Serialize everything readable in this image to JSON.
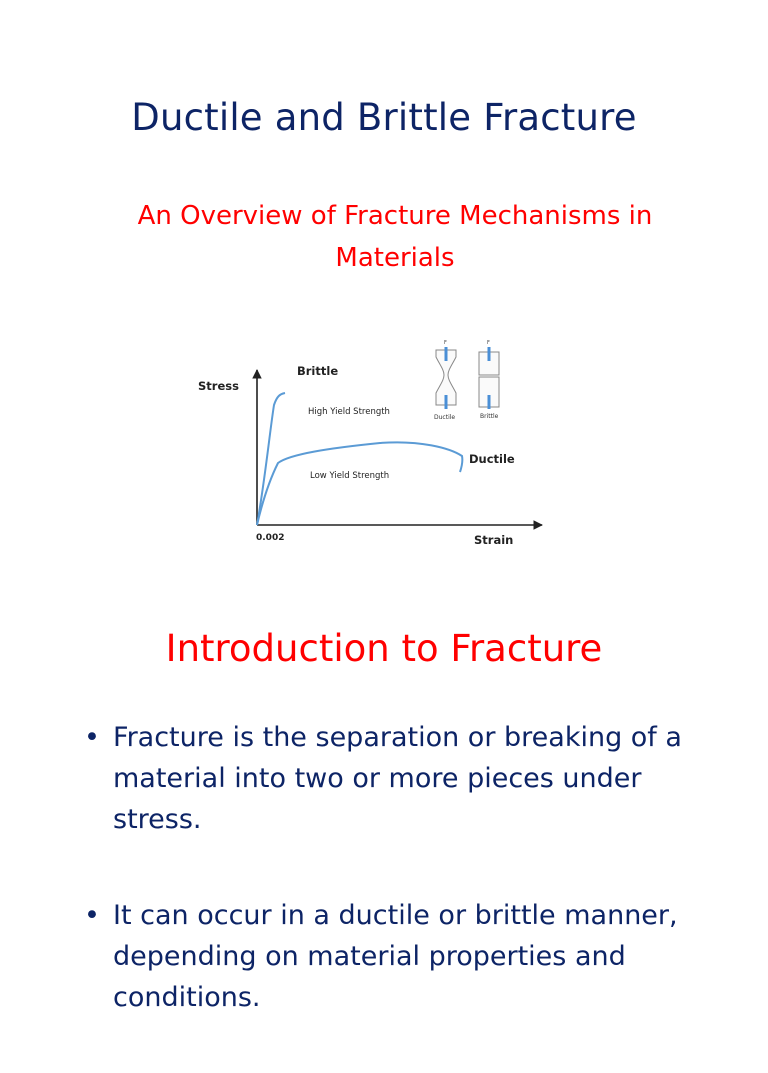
{
  "slide": {
    "title": "Ductile and Brittle Fracture",
    "subtitle": "An Overview of Fracture Mechanisms in Materials"
  },
  "figure": {
    "stress_label": "Stress",
    "strain_label": "Strain",
    "origin_label": "0.002",
    "brittle_label": "Brittle",
    "ductile_label": "Ductile",
    "high_yield_label": "High Yield Strength",
    "low_yield_label": "Low Yield Strength",
    "specimen_force_label": "F",
    "specimen_ductile_label": "Ductile",
    "specimen_brittle_label": "Brittle",
    "curve_color": "#5b9bd5",
    "specimen_color": "#4a8fd6"
  },
  "section": {
    "heading": "Introduction to Fracture",
    "bullet_symbol": "•",
    "bullets": [
      "Fracture is the separation or breaking of a material into two or more pieces under stress.",
      "It can occur in a ductile or brittle manner, depending on material properties and conditions."
    ]
  }
}
